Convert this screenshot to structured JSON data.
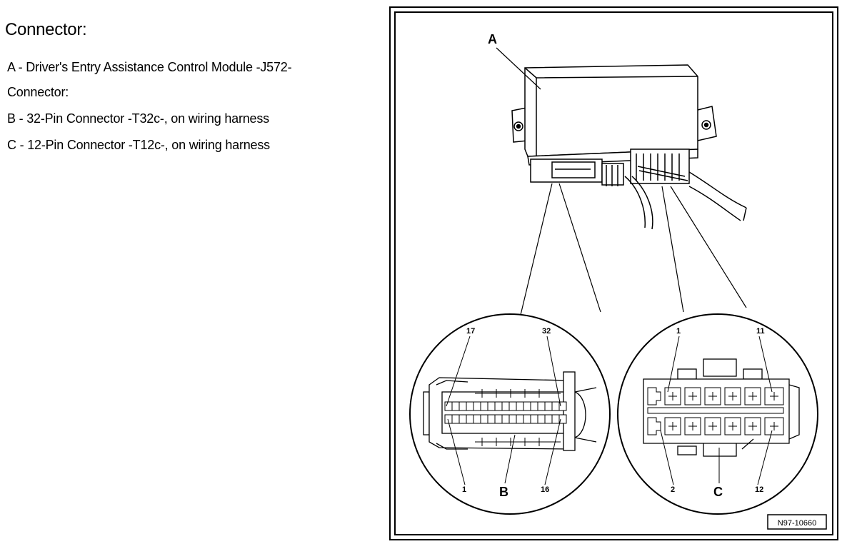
{
  "heading": "Connector:",
  "legend": [
    {
      "text": "A - Driver's Entry Assistance Control Module -J572-"
    },
    {
      "text": "Connector:"
    },
    {
      "text": "B - 32-Pin Connector -T32c-, on wiring harness"
    },
    {
      "text": "C - 12-Pin Connector -T12c-, on wiring harness"
    }
  ],
  "figure": {
    "callouts": {
      "a": "A",
      "b": "B",
      "c": "C"
    },
    "pins_b": {
      "p17": "17",
      "p32": "32",
      "p1": "1",
      "p16": "16"
    },
    "pins_c": {
      "p1": "1",
      "p11": "11",
      "p2": "2",
      "p12": "12"
    },
    "figure_code": "N97-10660"
  }
}
